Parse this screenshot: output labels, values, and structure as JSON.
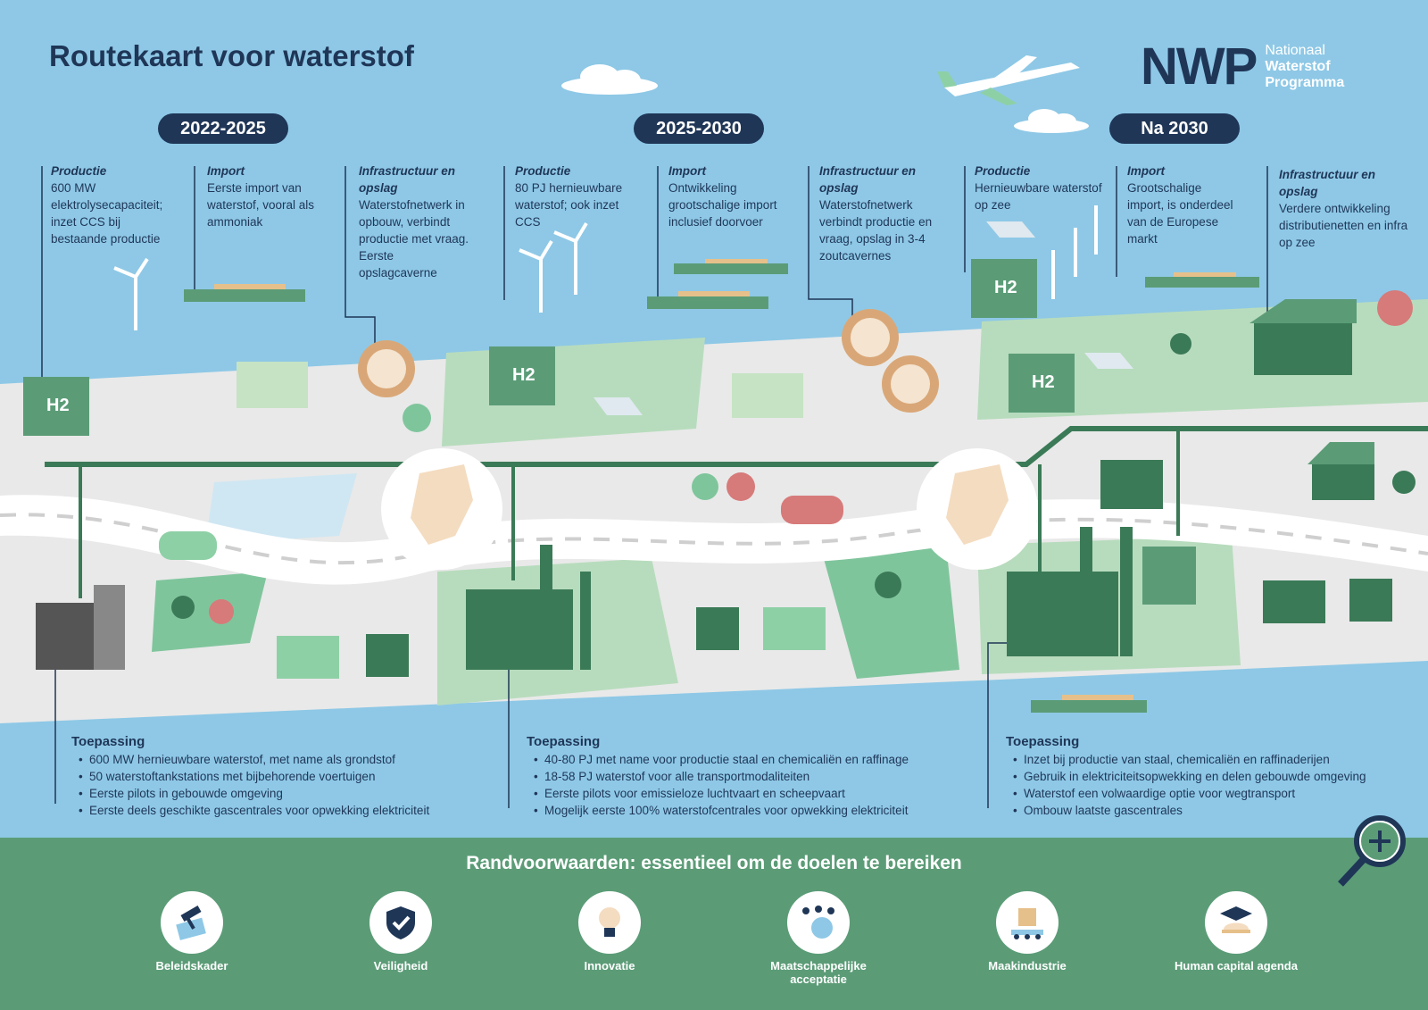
{
  "title": "Routekaart voor waterstof",
  "logo": {
    "mark": "NWP",
    "line1": "Nationaal",
    "line2": "Waterstof",
    "line3": "Programma"
  },
  "periods": [
    {
      "label": "2022-2025",
      "productie": {
        "heading": "Productie",
        "text": "600 MW elektrolysecapaciteit; inzet CCS bij bestaande productie"
      },
      "import": {
        "heading": "Import",
        "text": "Eerste import van waterstof, vooral als ammoniak"
      },
      "infra": {
        "heading": "Infrastructuur en opslag",
        "text": "Waterstofnetwerk in opbouw, verbindt productie met vraag. Eerste opslagcaverne"
      },
      "toepassing": {
        "heading": "Toepassing",
        "items": [
          "600 MW hernieuwbare waterstof, met name als grondstof",
          "50 waterstoftankstations met bijbehorende voertuigen",
          "Eerste pilots in gebouwde omgeving",
          "Eerste deels geschikte gascentrales voor opwekking elektriciteit"
        ]
      }
    },
    {
      "label": "2025-2030",
      "productie": {
        "heading": "Productie",
        "text": "80 PJ hernieuwbare waterstof; ook inzet CCS"
      },
      "import": {
        "heading": "Import",
        "text": "Ontwikkeling grootschalige import inclusief doorvoer"
      },
      "infra": {
        "heading": "Infrastructuur en opslag",
        "text": "Waterstofnetwerk verbindt productie en vraag, opslag in 3-4 zoutcavernes"
      },
      "toepassing": {
        "heading": "Toepassing",
        "items": [
          "40-80 PJ met name voor productie staal en chemicaliën en raffinage",
          "18-58 PJ waterstof voor alle transportmodaliteiten",
          "Eerste pilots voor emissieloze luchtvaart en scheepvaart",
          "Mogelijk eerste 100% waterstofcentrales voor opwekking elektriciteit"
        ]
      }
    },
    {
      "label": "Na 2030",
      "productie": {
        "heading": "Productie",
        "text": "Hernieuwbare waterstof op zee"
      },
      "import": {
        "heading": "Import",
        "text": "Grootschalige import, is onderdeel van de Europese markt"
      },
      "infra": {
        "heading": "Infrastructuur en opslag",
        "text": "Verdere ontwikkeling distributienetten en infra op zee"
      },
      "toepassing": {
        "heading": "Toepassing",
        "items": [
          "Inzet bij productie van staal, chemicaliën en raffinaderijen",
          "Gebruik in elektriciteitsopwekking en delen gebouwde omgeving",
          "Waterstof een volwaardige optie voor wegtransport",
          "Ombouw laatste gascentrales"
        ]
      }
    }
  ],
  "h2_label": "H2",
  "randvoorwaarden": {
    "title": "Randvoorwaarden: essentieel om de doelen te bereiken",
    "items": [
      {
        "label": "Beleidskader",
        "icon": "gavel-icon"
      },
      {
        "label": "Veiligheid",
        "icon": "shield-check-icon"
      },
      {
        "label": "Innovatie",
        "icon": "lightbulb-icon"
      },
      {
        "label": "Maatschappelijke acceptatie",
        "icon": "people-h2-icon"
      },
      {
        "label": "Maakindustrie",
        "icon": "conveyor-box-icon"
      },
      {
        "label": "Human capital agenda",
        "icon": "graduation-helmet-icon"
      }
    ]
  },
  "colors": {
    "navy": "#1f3657",
    "sky": "#8ec8e6",
    "green": "#5b9c77",
    "dark_green": "#3b7a57",
    "light_green": "#a9d6b3"
  }
}
